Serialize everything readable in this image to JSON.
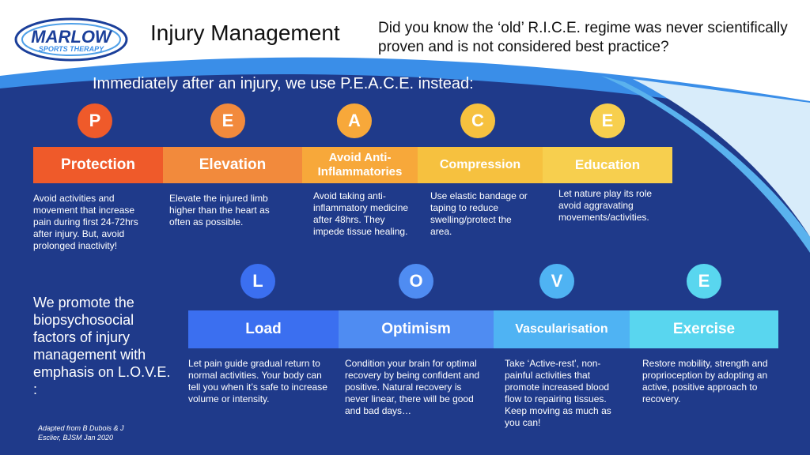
{
  "header": {
    "logo_top": "MARLOW",
    "logo_bottom": "SPORTS THERAPY",
    "title": "Injury Management",
    "rice_note": "Did you know the ‘old’ R.I.C.E. regime was never scientifically proven and is not considered best practice?"
  },
  "peace": {
    "intro": "Immediately after an injury, we use P.E.A.C.E. instead:",
    "items": [
      {
        "letter": "P",
        "label": "Protection",
        "desc": "Avoid activities and movement that increase pain during first 24-72hrs after injury.  But, avoid prolonged inactivity!",
        "color": "#ef5a2a"
      },
      {
        "letter": "E",
        "label": "Elevation",
        "desc": "Elevate the injured limb higher than the heart as often as possible.",
        "color": "#f28a3c"
      },
      {
        "letter": "A",
        "label": "Avoid Anti-Inflammatories",
        "desc": "Avoid taking anti-inflammatory medicine after 48hrs. They impede tissue healing.",
        "color": "#f7a83a"
      },
      {
        "letter": "C",
        "label": "Compression",
        "desc": "Use elastic bandage or taping to reduce swelling/protect the area.",
        "color": "#f6c13f"
      },
      {
        "letter": "E",
        "label": "Education",
        "desc": "Let nature play its role avoid aggravating movements/activities.",
        "color": "#f7cf4e"
      }
    ]
  },
  "love": {
    "intro": "We promote  the biopsychosocial factors of injury management with emphasis on L.O.V.E. :",
    "items": [
      {
        "letter": "L",
        "label": "Load",
        "desc": "Let pain guide gradual return to normal activities.   Your body can tell you when it’s safe to increase volume or intensity.",
        "color": "#3b6ff0"
      },
      {
        "letter": "O",
        "label": "Optimism",
        "desc": "Condition your brain for optimal recovery by being confident and positive. Natural recovery is never linear, there will be good and bad days…",
        "color": "#4f8cf2"
      },
      {
        "letter": "V",
        "label": "Vascularisation",
        "desc": "Take ‘Active-rest’, non-painful activities that promote increased blood flow to repairing tissues. Keep moving as much as you can!",
        "color": "#4fb3f3"
      },
      {
        "letter": "E",
        "label": "Exercise",
        "desc": "Restore mobility, strength and proprioception by adopting an active, positive approach to recovery.",
        "color": "#59d6ef"
      }
    ]
  },
  "credit": "Adapted from B Dubois & J Esclier, BJSM Jan 2020"
}
